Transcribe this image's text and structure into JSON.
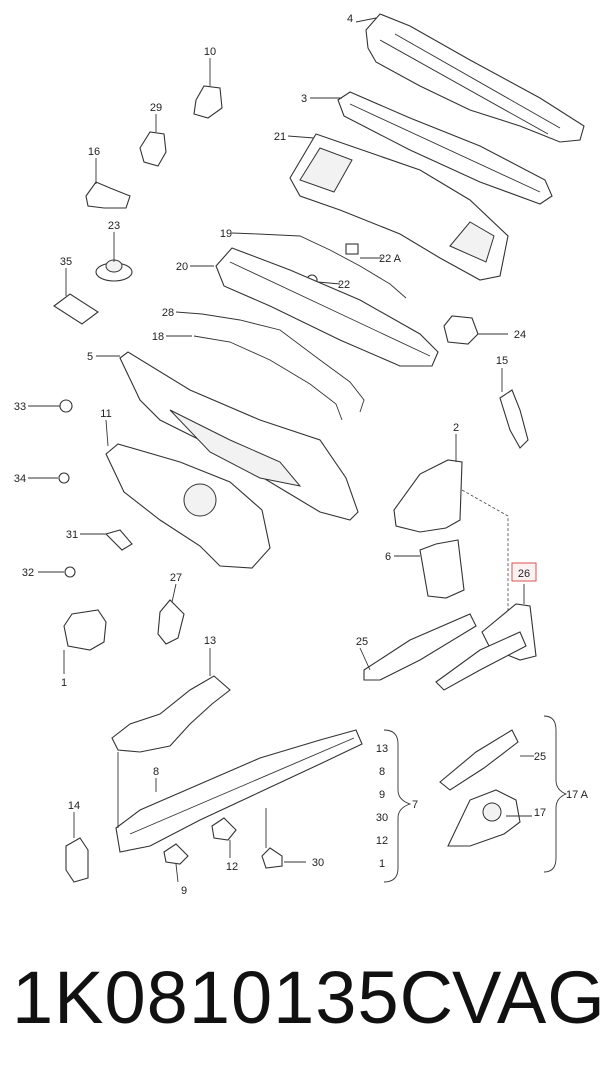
{
  "callouts": [
    {
      "id": "p4",
      "label": "4"
    },
    {
      "id": "p3",
      "label": "3"
    },
    {
      "id": "p21",
      "label": "21"
    },
    {
      "id": "p10",
      "label": "10"
    },
    {
      "id": "p29",
      "label": "29"
    },
    {
      "id": "p16",
      "label": "16"
    },
    {
      "id": "p23",
      "label": "23"
    },
    {
      "id": "p35",
      "label": "35"
    },
    {
      "id": "p19",
      "label": "19"
    },
    {
      "id": "p20",
      "label": "20"
    },
    {
      "id": "p22a",
      "label": "22 A"
    },
    {
      "id": "p22",
      "label": "22"
    },
    {
      "id": "p28",
      "label": "28"
    },
    {
      "id": "p18",
      "label": "18"
    },
    {
      "id": "p24",
      "label": "24"
    },
    {
      "id": "p5",
      "label": "5"
    },
    {
      "id": "p15",
      "label": "15"
    },
    {
      "id": "p33",
      "label": "33"
    },
    {
      "id": "p11",
      "label": "11"
    },
    {
      "id": "p2",
      "label": "2"
    },
    {
      "id": "p34",
      "label": "34"
    },
    {
      "id": "p6",
      "label": "6"
    },
    {
      "id": "p31",
      "label": "31"
    },
    {
      "id": "p32",
      "label": "32"
    },
    {
      "id": "p26",
      "label": "26"
    },
    {
      "id": "p27",
      "label": "27"
    },
    {
      "id": "p1",
      "label": "1"
    },
    {
      "id": "p25a",
      "label": "25"
    },
    {
      "id": "p13",
      "label": "13"
    },
    {
      "id": "p8",
      "label": "8"
    },
    {
      "id": "p14",
      "label": "14"
    },
    {
      "id": "p12",
      "label": "12"
    },
    {
      "id": "p9",
      "label": "9"
    },
    {
      "id": "p30",
      "label": "30"
    }
  ],
  "group7": {
    "items": [
      "13",
      "8",
      "9",
      "30",
      "12",
      "1"
    ],
    "label": "7"
  },
  "group17a": {
    "items": [
      "25",
      "17"
    ],
    "label": "17 A"
  },
  "highlight_color": "#d9534f",
  "footer": {
    "part_number": "1K0810135C",
    "brand": "VAG"
  }
}
